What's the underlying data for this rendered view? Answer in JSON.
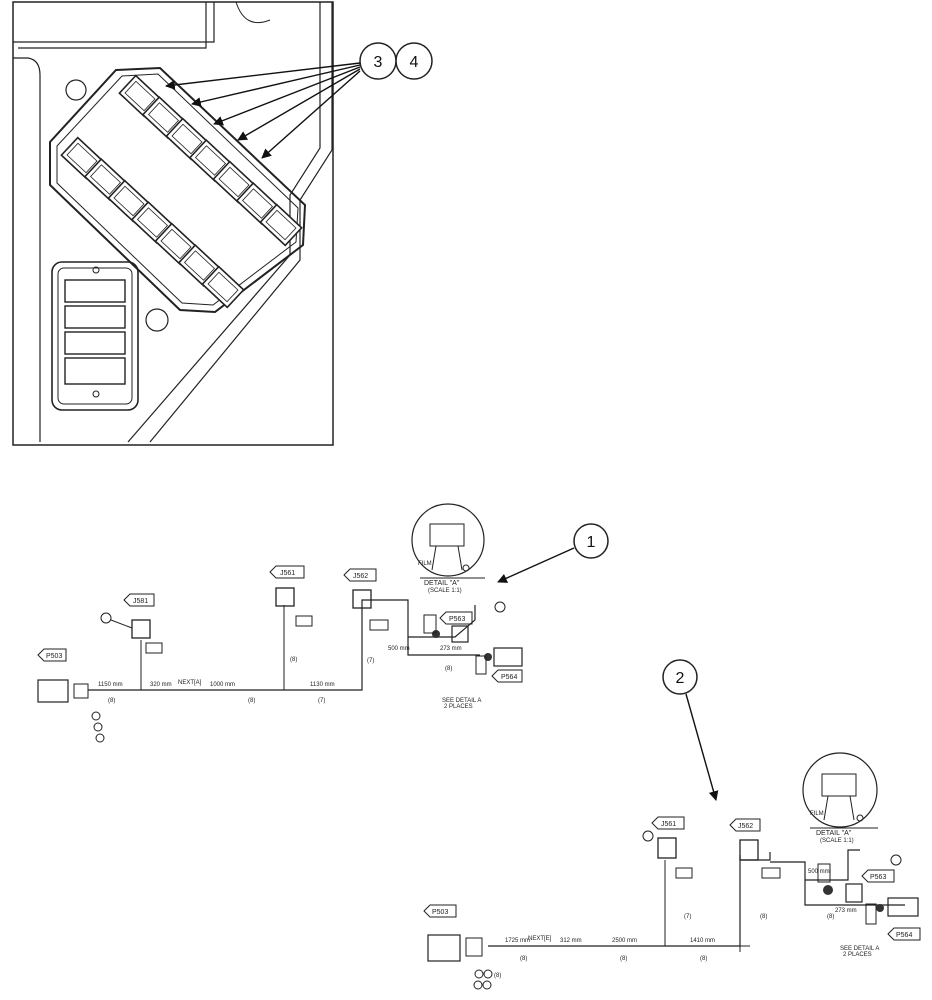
{
  "callouts": {
    "c3": "3",
    "c4": "4",
    "c1": "1",
    "c2": "2"
  },
  "harness_1": {
    "connectors": {
      "p503": "P503",
      "j581": "J581",
      "j561": "J561",
      "j562": "J562",
      "p563": "P563",
      "p564": "P564"
    },
    "detail": "DETAIL \"A\""
  },
  "harness_2": {
    "connectors": {
      "p503": "P503",
      "j561": "J561",
      "j562": "J562",
      "p563": "P563",
      "p564": "P564"
    },
    "detail": "DETAIL \"A\""
  }
}
